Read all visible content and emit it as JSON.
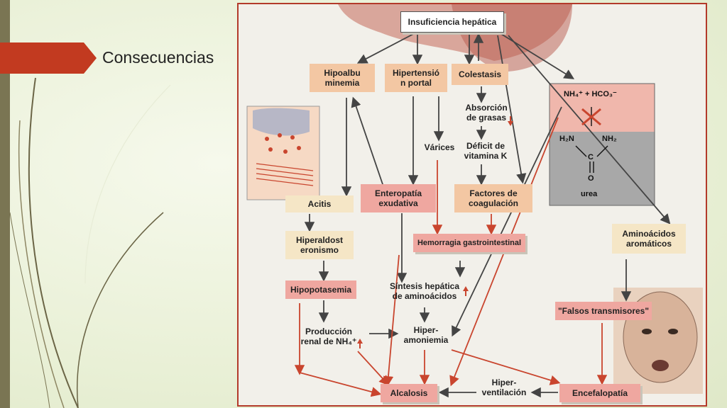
{
  "slide": {
    "title": "Consecuencias"
  },
  "diagram": {
    "nodes": {
      "insuficiencia": "Insuficiencia hepática",
      "hipoalbuminemia_1": "Hipoalbu",
      "hipoalbuminemia_2": "minemia",
      "hipertension_1": "Hipertensió",
      "hipertension_2": "n portal",
      "colestasis": "Colestasis",
      "absorcion_1": "Absorción",
      "absorcion_2": "de grasas",
      "varices": "Várices",
      "deficit_1": "Déficit de",
      "deficit_2": "vitamina K",
      "acitis": "Acitis",
      "enteropatia_1": "Enteropatía",
      "enteropatia_2": "exudativa",
      "factores_1": "Factores de",
      "factores_2": "coagulación",
      "hemorragia": "Hemorragia gastrointestinal",
      "hiperaldost_1": "Hiperaldost",
      "hiperaldost_2": "eronismo",
      "hipopotasemia": "Hipopotasemia",
      "sintesis_1": "Síntesis hepática",
      "sintesis_2": "de aminoácidos",
      "produccion_1": "Producción",
      "produccion_2": "renal de NH₄⁺",
      "hiperamoniemia_1": "Hiper-",
      "hiperamoniemia_2": "amoniemia",
      "aminoacidos_1": "Aminoácidos",
      "aminoacidos_2": "aromáticos",
      "falsos": "\"Falsos transmisores\"",
      "alcalosis": "Alcalosis",
      "hiperventilacion_1": "Hiper-",
      "hiperventilacion_2": "ventilación",
      "encefalopatia": "Encefalopatía"
    },
    "chemistry": {
      "reactants": "NH₄⁺ + HCO₃⁻",
      "h2n": "H₂N",
      "nh2": "NH₂",
      "carbon": "C",
      "oxygen": "O",
      "urea": "urea"
    },
    "colors": {
      "orange_box": "#f3c7a3",
      "pink_box": "#efa7a0",
      "cream_box": "#f5e6c6",
      "arrow_dark": "#444444",
      "arrow_red": "#c9452e",
      "frame_border": "#b33a2a"
    }
  }
}
